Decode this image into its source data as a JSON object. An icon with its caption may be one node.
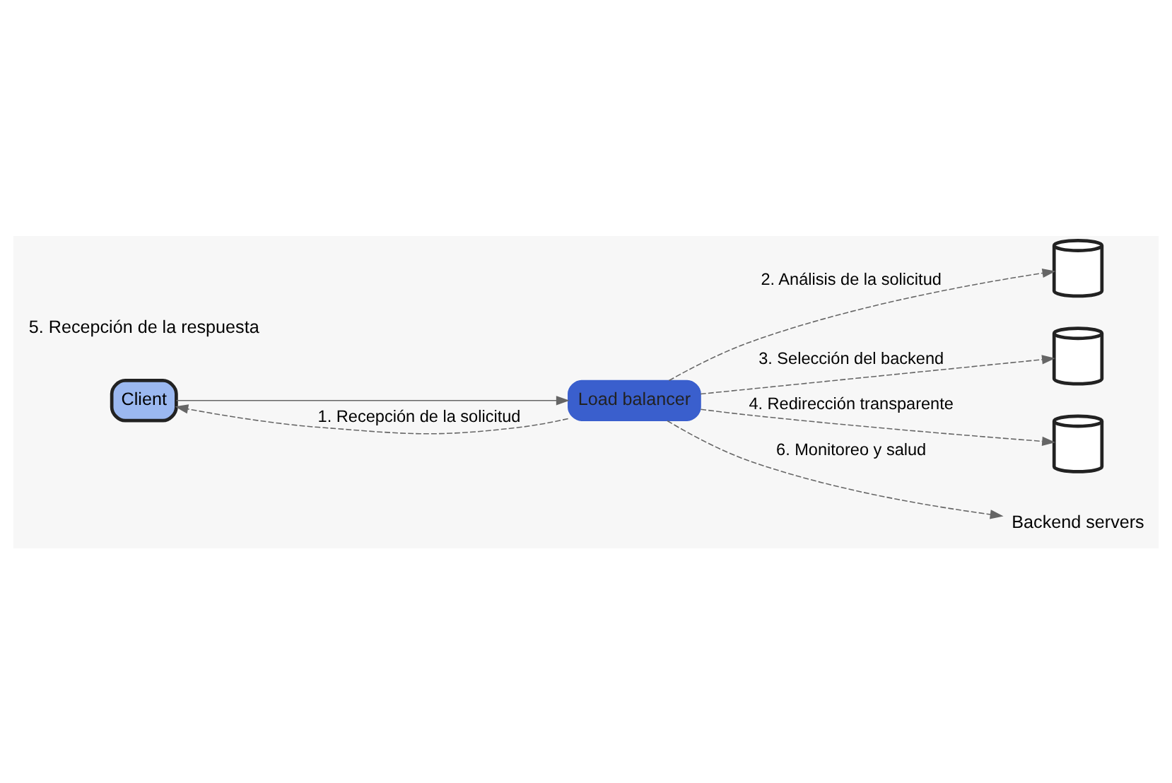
{
  "diagram": {
    "nodes": [
      {
        "text": [
          "Client"
        ]
      },
      {
        "text": [
          "Load balancer"
        ]
      },
      {
        "text": [],
        "shape": "cylinder"
      },
      {
        "text": [],
        "shape": "cylinder"
      },
      {
        "text": [],
        "shape": "cylinder"
      },
      {
        "text": [
          "Backend servers"
        ]
      }
    ],
    "edges": [
      {
        "from": 0,
        "to": 1,
        "arrow": "to"
      },
      {
        "from": 1,
        "to": 2,
        "arrow": "to",
        "style": "dashed",
        "label": "2. Análisis de la solicitud"
      },
      {
        "from": 1,
        "to": 3,
        "arrow": "to",
        "style": "dashed",
        "label": "3. Selección del backend"
      },
      {
        "from": 1,
        "to": 4,
        "arrow": "to",
        "style": "dashed",
        "label": "4. Redirección transparente"
      },
      {
        "from": 1,
        "to": 0,
        "arrow": "to",
        "style": "dashed",
        "label": "1. Recepción de la solicitud"
      },
      {
        "from": 1,
        "to": 5,
        "arrow": "to",
        "style": "dashed",
        "label": "6. Monitoreo y salud"
      }
    ],
    "labels": [
      "5. Recepción de la respuesta"
    ]
  }
}
